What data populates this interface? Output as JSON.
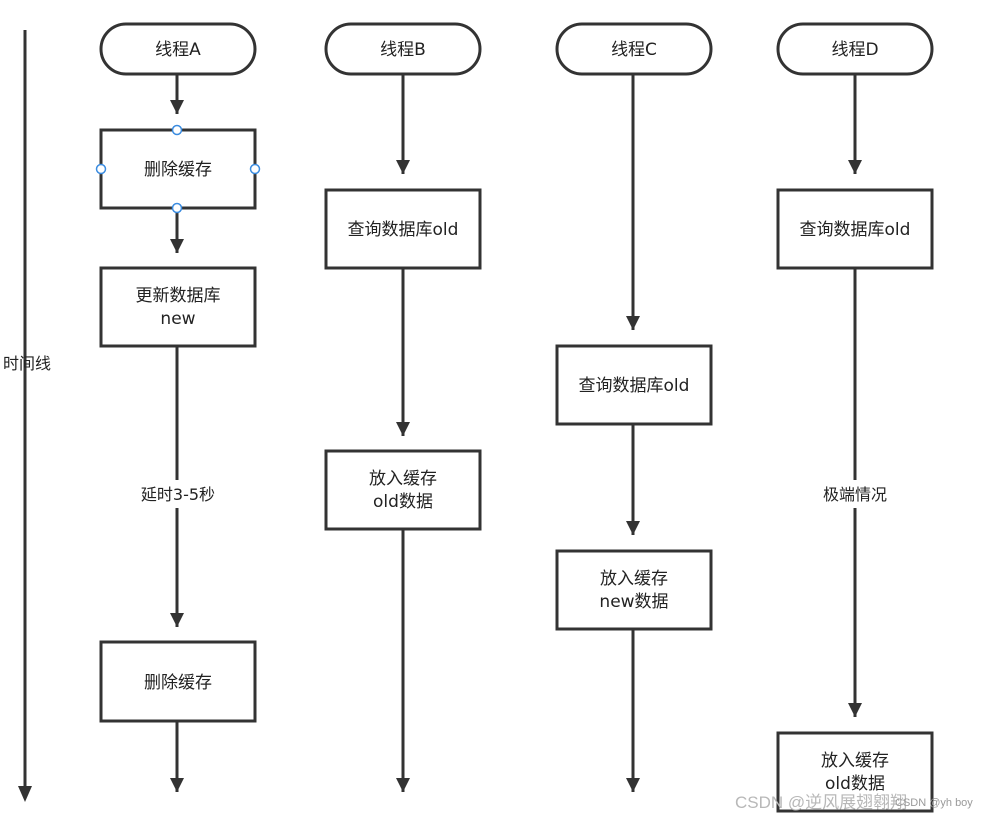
{
  "timeline": {
    "label": "时间线"
  },
  "lanes": [
    {
      "id": "a",
      "start": "线程A",
      "steps": [
        {
          "id": "a1",
          "text": [
            "删除缓存"
          ],
          "selected": true
        },
        {
          "id": "a2",
          "text": [
            "更新数据库",
            "new"
          ]
        },
        {
          "id": "a3",
          "text": [
            "删除缓存"
          ]
        }
      ],
      "edge_label": "延时3-5秒"
    },
    {
      "id": "b",
      "start": "线程B",
      "steps": [
        {
          "id": "b1",
          "text": [
            "查询数据库old"
          ]
        },
        {
          "id": "b2",
          "text": [
            "放入缓存",
            "old数据"
          ]
        }
      ]
    },
    {
      "id": "c",
      "start": "线程C",
      "steps": [
        {
          "id": "c1",
          "text": [
            "查询数据库old"
          ]
        },
        {
          "id": "c2",
          "text": [
            "放入缓存",
            "new数据"
          ]
        }
      ]
    },
    {
      "id": "d",
      "start": "线程D",
      "steps": [
        {
          "id": "d1",
          "text": [
            "查询数据库old"
          ]
        },
        {
          "id": "d2",
          "text": [
            "放入缓存",
            "old数据"
          ]
        }
      ],
      "edge_label": "极端情况"
    }
  ],
  "watermark": {
    "main": "CSDN @逆风展翅翱翔",
    "small": "CSDN @yh boy"
  },
  "colors": {
    "stroke": "#333333",
    "handle": "#3b8ce0",
    "text": "#222222"
  }
}
